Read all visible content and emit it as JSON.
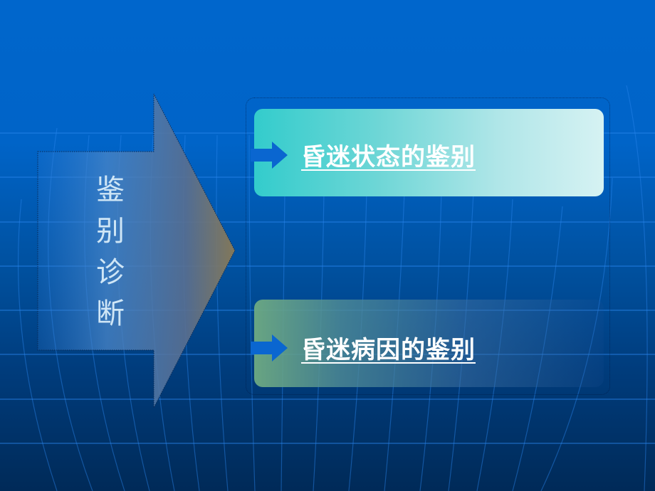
{
  "slide": {
    "background": {
      "top_color": "#0066cc",
      "bottom_color": "#002a58",
      "grid_color": "#1f7ae0"
    },
    "left_arrow": {
      "title_chars": [
        "鉴",
        "别",
        "诊",
        "断"
      ],
      "title": "鉴别诊断",
      "fill_start": "#1f6fc8",
      "fill_end": "#8a7a5a",
      "icon": "right-arrow-block"
    },
    "items": [
      {
        "label": "昏迷状态的鉴别",
        "pointer_icon": "right-arrow",
        "pointer_color": "#0066cc",
        "card_gradient": [
          "#33cccc",
          "#d6f2f3"
        ]
      },
      {
        "label": "昏迷病因的鉴别",
        "pointer_icon": "right-arrow",
        "pointer_color": "#0066cc",
        "card_gradient": [
          "#6eaa82",
          "#1e5096"
        ]
      }
    ]
  }
}
